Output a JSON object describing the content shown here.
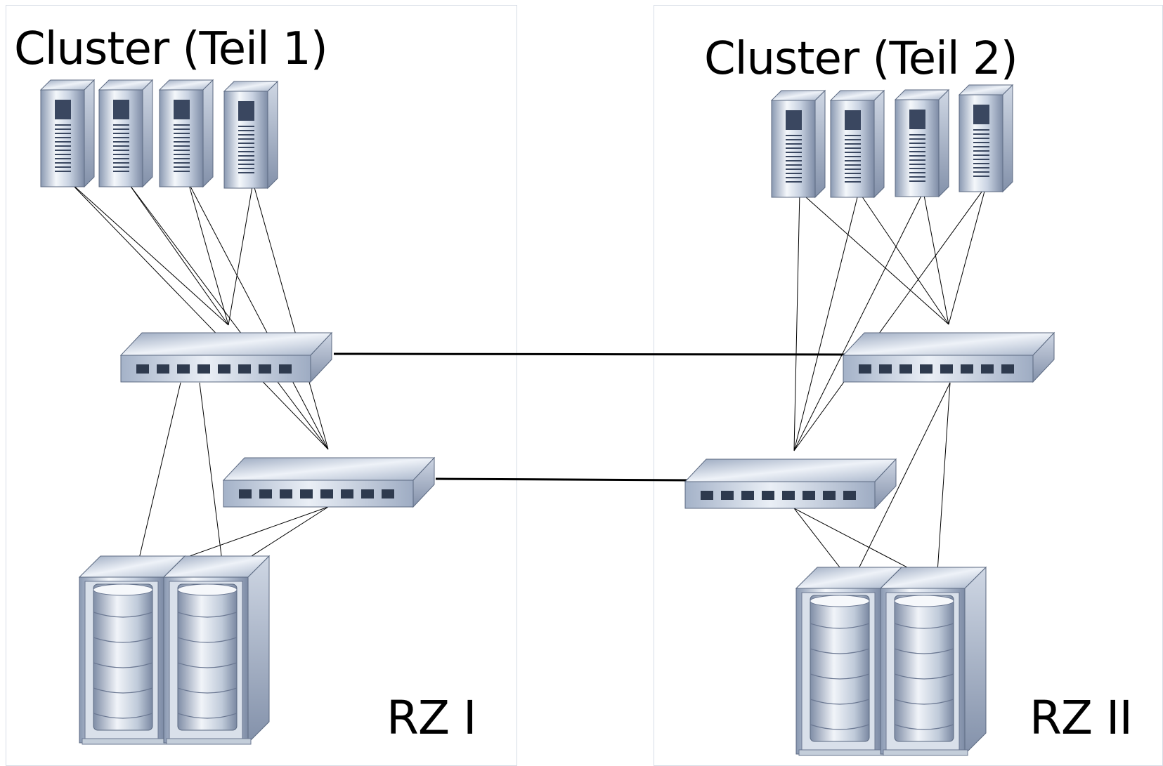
{
  "left_site": {
    "cluster_title": "Cluster (Teil 1)",
    "dc_name": "RZ I"
  },
  "right_site": {
    "cluster_title": "Cluster (Teil 2)",
    "dc_name": "RZ II"
  },
  "icons": {
    "server": "server-tower-icon",
    "switch": "network-switch-icon",
    "storage": "disk-storage-array-icon"
  },
  "colors": {
    "frame_border": "#d6dde6",
    "device_face": "#aebbd0",
    "device_port": "#2e3a4e",
    "link": "#000000"
  }
}
